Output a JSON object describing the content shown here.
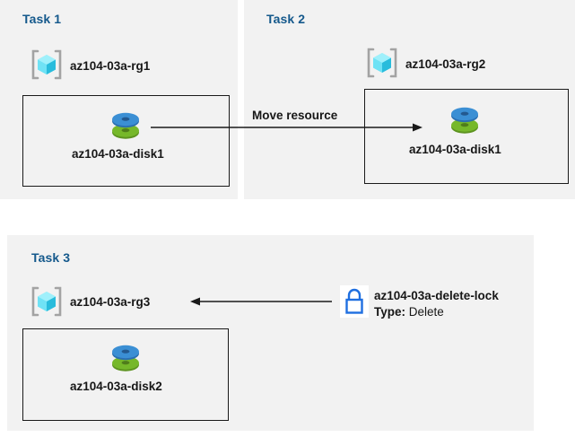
{
  "diagram": {
    "title": "Azure resource group move and delete lock diagram",
    "background_color": "#ffffff",
    "panel_color": "#f2f2f2",
    "task_label_color": "#15598c",
    "text_color": "#171717"
  },
  "panels": [
    {
      "id": "task1",
      "label": "Task 1",
      "resource_group": {
        "name": "az104-03a-rg1",
        "icon": "resource-group-icon"
      },
      "resource": {
        "name": "az104-03a-disk1",
        "icon": "managed-disk-icon"
      }
    },
    {
      "id": "task2",
      "label": "Task 2",
      "resource_group": {
        "name": "az104-03a-rg2",
        "icon": "resource-group-icon"
      },
      "resource": {
        "name": "az104-03a-disk1",
        "icon": "managed-disk-icon"
      }
    },
    {
      "id": "task3",
      "label": "Task 3",
      "resource_group": {
        "name": "az104-03a-rg3",
        "icon": "resource-group-icon"
      },
      "resource": {
        "name": "az104-03a-disk2",
        "icon": "managed-disk-icon"
      }
    }
  ],
  "connectors": [
    {
      "id": "move-resource",
      "label": "Move resource",
      "direction": "right",
      "from": "az104-03a-disk1 (Task 1)",
      "to": "az104-03a-disk1 (Task 2)"
    },
    {
      "id": "lock-applies-to-rg3",
      "label": "",
      "direction": "left",
      "from": "az104-03a-delete-lock",
      "to": "az104-03a-rg3"
    }
  ],
  "lock": {
    "icon": "padlock-icon",
    "icon_color": "#1f6fe0",
    "name": "az104-03a-delete-lock",
    "type_label": "Type:",
    "type_value": "Delete"
  },
  "icon_colors": {
    "cube_light": "#7fe8f7",
    "cube_mid": "#49d8ef",
    "cube_dark": "#1aa7c4",
    "bracket": "#a3a3a3",
    "disk_blue": "#3b8fd4",
    "disk_blue_dark": "#2b6fb0",
    "disk_green": "#76b82a",
    "disk_green_dark": "#5d9320"
  }
}
